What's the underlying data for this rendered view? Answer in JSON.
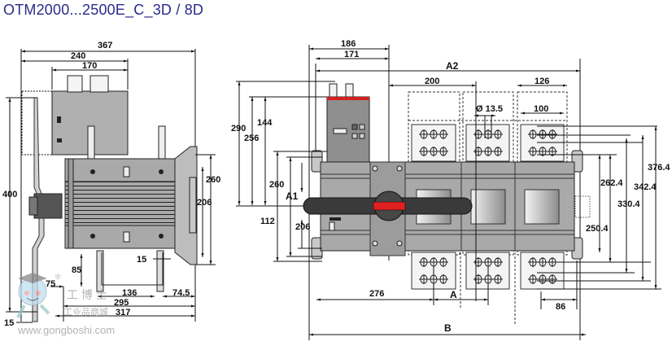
{
  "title": "OTM2000...2500E_C_3D / 8D",
  "side_view": {
    "dims": {
      "total_width": "367",
      "width_240": "240",
      "width_170": "170",
      "height_400": "400",
      "height_260": "260",
      "height_206": "206",
      "gap_15_top": "15",
      "height_85": "85",
      "offset_75": "75",
      "width_136": "136",
      "width_74_5": "74.5",
      "width_295": "295",
      "width_317": "317",
      "gap_15_bottom": "15"
    }
  },
  "front_view": {
    "dims": {
      "width_186": "186",
      "width_171": "171",
      "A2": "A2",
      "width_200": "200",
      "width_126": "126",
      "hole_dia": "Ø 13.5",
      "width_100": "100",
      "height_290": "290",
      "height_256": "256",
      "height_144": "144",
      "height_260": "260",
      "A1": "A1",
      "height_112": "112",
      "height_206": "206",
      "width_276": "276",
      "A": "A",
      "B": "B",
      "width_86": "86",
      "height_376_4": "376.4",
      "height_342_4": "342.4",
      "height_330_4": "330.4",
      "height_262_4": "262.4",
      "height_250_4": "250.4"
    },
    "handle_color": "#e02020",
    "body_color": "#a9a9a9",
    "handle_bar_color": "#3a3a3a"
  },
  "watermark": {
    "registered": "®",
    "cn_brand": "工 博 士",
    "cn_sub": "工业品商城",
    "url": "www.gongboshi.com"
  }
}
